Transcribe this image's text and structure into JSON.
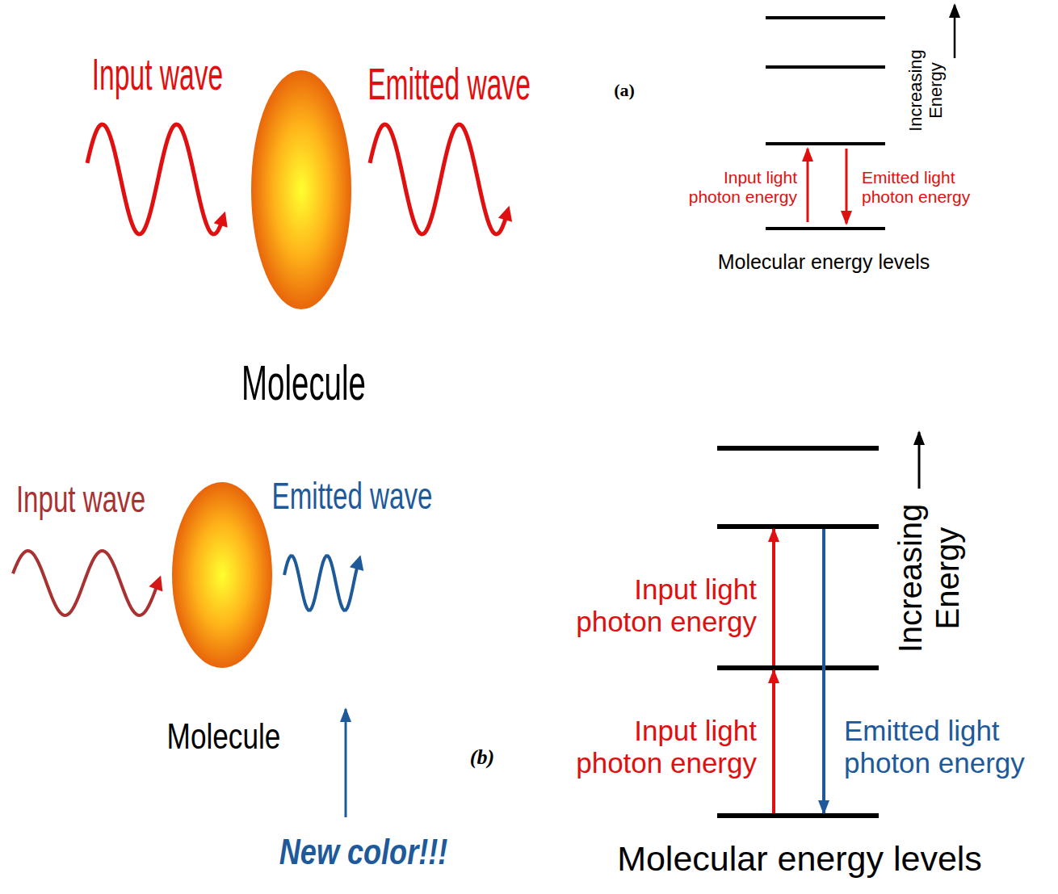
{
  "diagram": {
    "labels": [
      "Input wave",
      "Emitted wave",
      "(a)",
      "Increasing Energy",
      "Input light photon energy",
      "Emitted light photon energy",
      "Molecular energy levels",
      "Molecule",
      "Input wave",
      "Emitted wave",
      "Molecule",
      "(b)",
      "Input light photon energy",
      "Input light photon energy",
      "Emitted light photon energy",
      "Increasing Energy",
      "New color!!!",
      "Molecular energy levels"
    ]
  }
}
